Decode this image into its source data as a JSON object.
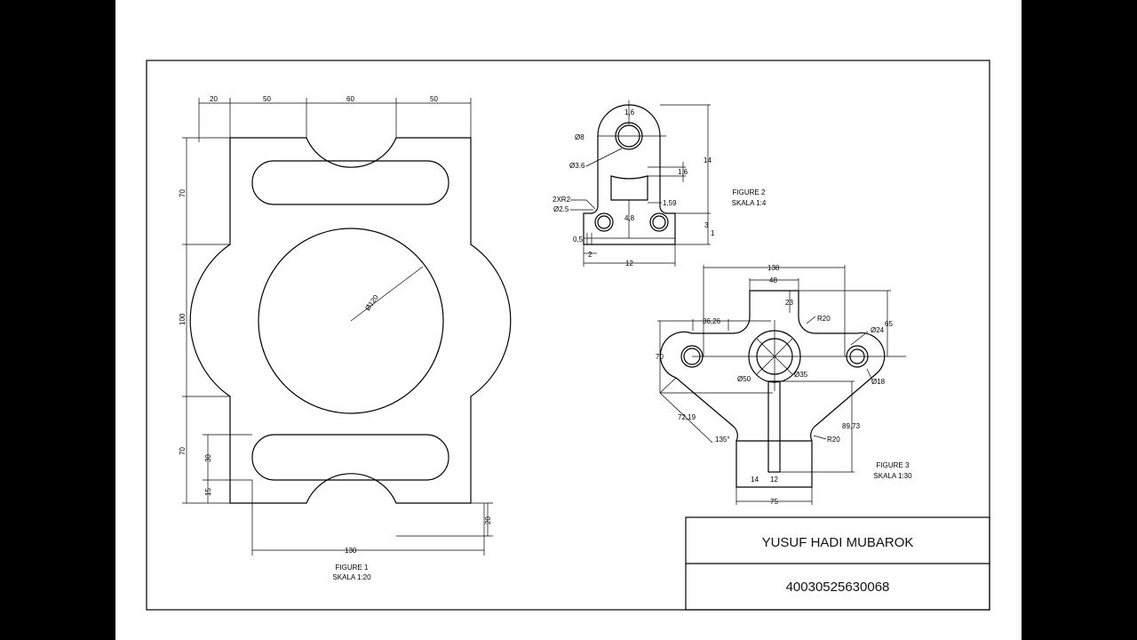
{
  "title_block": {
    "name": "YUSUF HADI MUBAROK",
    "number": "40030525630068"
  },
  "figure1": {
    "caption": "FIGURE 1",
    "scale": "SKALA 1:20",
    "dims": {
      "top_a": "20",
      "top_b": "50",
      "top_c": "60",
      "top_d": "50",
      "left_a": "70",
      "left_b": "100",
      "left_c": "70",
      "slot_h": "30",
      "slot_off": "15",
      "bottom_w": "130",
      "bottom_h": "20",
      "diameter": "Ø120"
    }
  },
  "figure2": {
    "caption": "FIGURE 2",
    "scale": "SKALA 1:4",
    "dims": {
      "top": "1,6",
      "d_outer": "Ø8",
      "d_inner": "Ø3.6",
      "slot": "1,6",
      "height": "14",
      "fillet": "2XR2",
      "hole": "Ø2.5",
      "offset": "1,59",
      "mid": "4,8",
      "base": "3",
      "base_thin": "1",
      "edge": "0,5",
      "hole_x": "2",
      "width": "12"
    }
  },
  "figure3": {
    "caption": "FIGURE 3",
    "scale": "SKALA 1:30",
    "dims": {
      "width": "138",
      "tab": "48",
      "tab_h": "23",
      "r_top": "R20",
      "lobe": "36,26",
      "height_right": "65",
      "d24": "Ø24",
      "h70": "70",
      "d50": "Ø50",
      "d35": "Ø35",
      "d18": "Ø18",
      "slant": "72,19",
      "angle": "135°",
      "h89": "89,73",
      "r_bot": "R20",
      "stem_a": "14",
      "stem_b": "12",
      "base": "75"
    }
  }
}
